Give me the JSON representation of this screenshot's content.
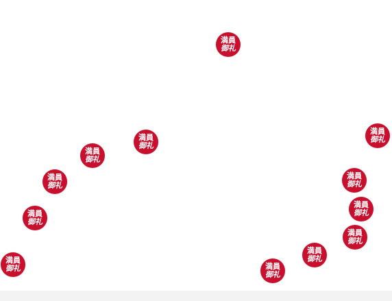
{
  "badge": {
    "line1": "満員",
    "line2": "御礼",
    "color": "#c8102e",
    "text_color": "#ffffff"
  },
  "badges": [
    {
      "id": "b01"
    },
    {
      "id": "b02"
    },
    {
      "id": "b03"
    },
    {
      "id": "b04"
    },
    {
      "id": "b05"
    },
    {
      "id": "b06"
    },
    {
      "id": "b07"
    },
    {
      "id": "b08"
    },
    {
      "id": "b09"
    },
    {
      "id": "b10"
    },
    {
      "id": "b11"
    },
    {
      "id": "b12"
    },
    {
      "id": "b13"
    }
  ]
}
